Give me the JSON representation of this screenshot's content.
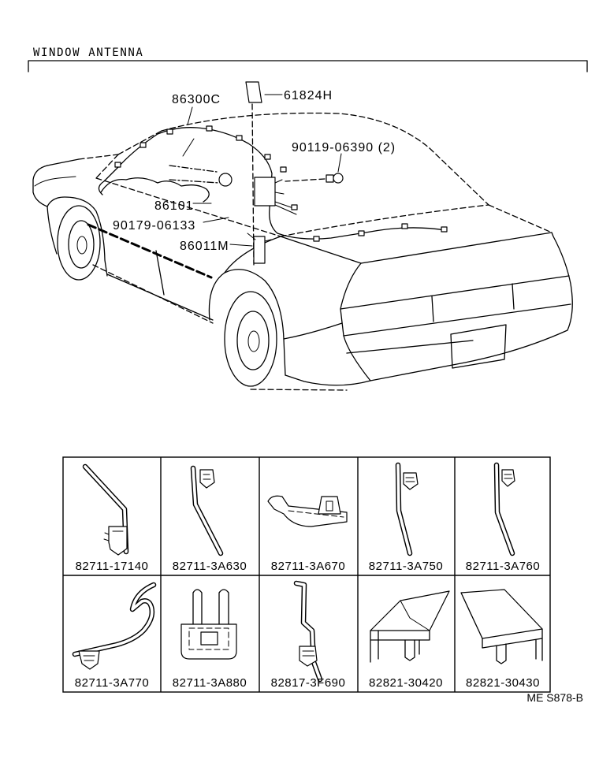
{
  "header": {
    "title": "WINDOW ANTENNA"
  },
  "callouts": [
    {
      "label": "86300C"
    },
    {
      "label": "61824H"
    },
    {
      "label": "90119-06390 (2)"
    },
    {
      "label": "86101"
    },
    {
      "label": "90179-06133"
    },
    {
      "label": "86011M"
    }
  ],
  "parts_table": {
    "rows": [
      [
        {
          "part_no": "82711-17140"
        },
        {
          "part_no": "82711-3A630"
        },
        {
          "part_no": "82711-3A670"
        },
        {
          "part_no": "82711-3A750"
        },
        {
          "part_no": "82711-3A760"
        }
      ],
      [
        {
          "part_no": "82711-3A770"
        },
        {
          "part_no": "82711-3A880"
        },
        {
          "part_no": "82817-3F690"
        },
        {
          "part_no": "82821-30420"
        },
        {
          "part_no": "82821-30430"
        }
      ]
    ]
  },
  "footer": {
    "code": "ME S878-B"
  },
  "colors": {
    "ink": "#000000",
    "paper": "#ffffff"
  }
}
